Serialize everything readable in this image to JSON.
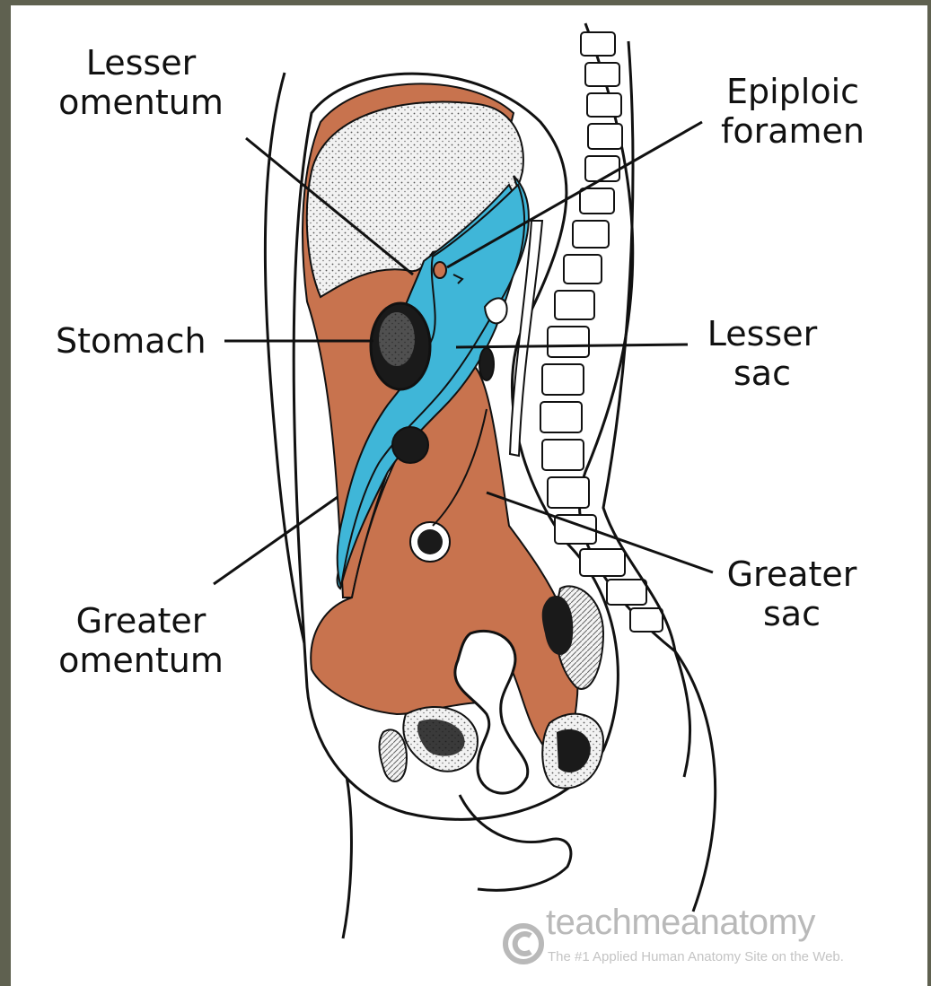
{
  "labels": {
    "lesser_omentum": "Lesser\nomentum",
    "epiploic_foramen": "Epiploic\nforamen",
    "stomach": "Stomach",
    "lesser_sac": "Lesser\nsac",
    "greater_sac": "Greater\nsac",
    "greater_omentum": "Greater\nomentum"
  },
  "watermark": {
    "title": "teachmeanatomy",
    "tagline": "The #1 Applied Human Anatomy Site on the Web."
  },
  "colors": {
    "frame_background": "#5f6150",
    "peritoneum_orange": "#c8734e",
    "lesser_sac_blue": "#3fb6d8",
    "liver_stipple": "#d9d9d9",
    "outline": "#111111",
    "watermark_gray": "#b9b9b9"
  }
}
